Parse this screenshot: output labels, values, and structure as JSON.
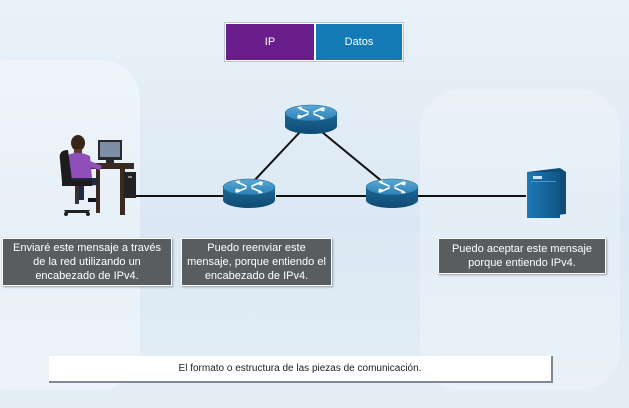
{
  "packet": {
    "header_label": "IP",
    "data_label": "Datos"
  },
  "callouts": {
    "host_message": "Enviaré este mensaje a través de la red utilizando un encabezado de IPv4.",
    "router_message": "Puedo reenviar este mensaje, porque entiendo el encabezado de IPv4.",
    "server_message": "Puedo aceptar este mensaje porque entiendo IPv4."
  },
  "caption": "El formato o estructura de las piezas de comunicación.",
  "colors": {
    "ip_header": "#6a1e8c",
    "data_payload": "#137ab5",
    "router": "#1f6f9f",
    "server": "#1b6fa8",
    "callout_bg": "#5a5d60"
  },
  "icons": [
    "user-at-computer-icon",
    "router-icon",
    "server-icon"
  ]
}
